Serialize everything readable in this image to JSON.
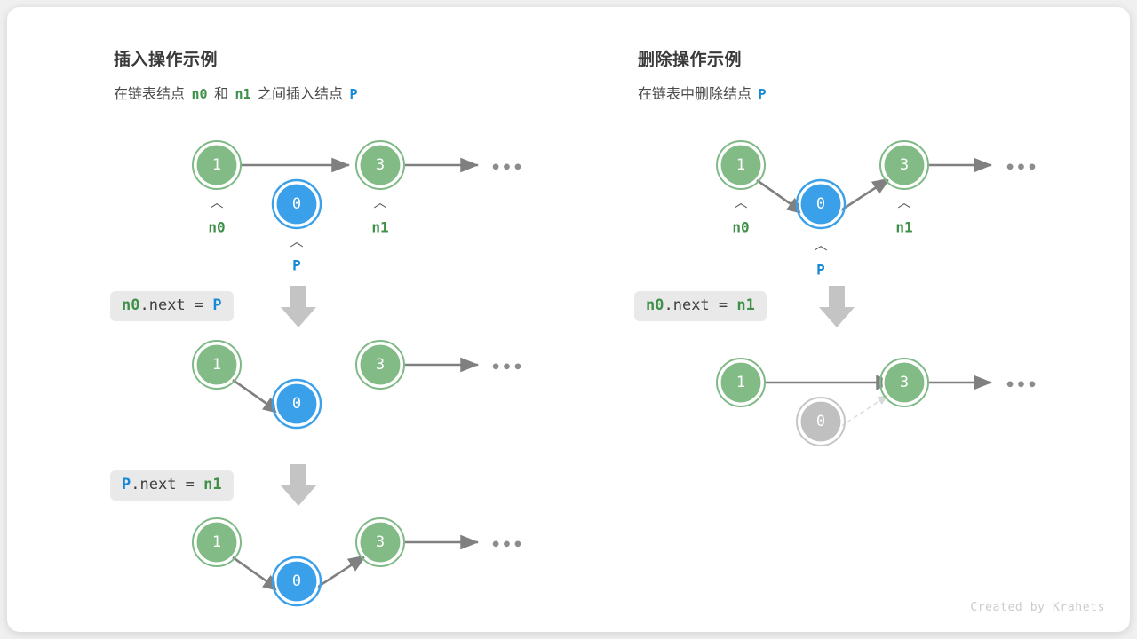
{
  "colors": {
    "node_green_fill": "#82bb85",
    "node_green_ring": "#7fb986",
    "node_blue_fill": "#3ba0ea",
    "node_blue_ring": "#3ba0ea",
    "node_gray_fill": "#c0c0c0",
    "node_gray_ring": "#c6c6c6",
    "arrow_gray": "#808080",
    "big_arrow_gray": "#c4c4c4",
    "code_bg": "#e9e9e9",
    "token_green": "#3f9149",
    "token_blue": "#1789d4",
    "card_bg": "#ffffff",
    "page_bg": "#f0f0f0"
  },
  "insert_panel": {
    "title": "插入操作示例",
    "subtitle_parts": [
      {
        "text": "在链表结点 ",
        "style": "plain"
      },
      {
        "text": "n0",
        "style": "green"
      },
      {
        "text": " 和 ",
        "style": "plain"
      },
      {
        "text": "n1",
        "style": "green"
      },
      {
        "text": " 之间插入结点 ",
        "style": "plain"
      },
      {
        "text": "P",
        "style": "blue"
      }
    ],
    "subtitle_text": "在链表结点 n0 和 n1 之间插入结点 P",
    "steps": [
      {
        "id": "insert-step-1",
        "nodes": [
          {
            "name": "node-1",
            "value": "1",
            "color": "green",
            "pointer": "n0",
            "pointer_color": "green"
          },
          {
            "name": "node-0",
            "value": "0",
            "color": "blue",
            "pointer": "P",
            "pointer_color": "blue"
          },
          {
            "name": "node-3",
            "value": "3",
            "color": "green",
            "pointer": "n1",
            "pointer_color": "green"
          }
        ],
        "ellipsis": "•••"
      },
      {
        "id": "insert-step-2",
        "code_parts": [
          {
            "text": "n0",
            "style": "green"
          },
          {
            "text": ".next = ",
            "style": "plain"
          },
          {
            "text": "P",
            "style": "blue"
          }
        ],
        "code_text": "n0.next = P",
        "nodes": [
          {
            "name": "node-1",
            "value": "1",
            "color": "green"
          },
          {
            "name": "node-0",
            "value": "0",
            "color": "blue"
          },
          {
            "name": "node-3",
            "value": "3",
            "color": "green"
          }
        ],
        "ellipsis": "•••"
      },
      {
        "id": "insert-step-3",
        "code_parts": [
          {
            "text": "P",
            "style": "blue"
          },
          {
            "text": ".next = ",
            "style": "plain"
          },
          {
            "text": "n1",
            "style": "green"
          }
        ],
        "code_text": "P.next = n1",
        "nodes": [
          {
            "name": "node-1",
            "value": "1",
            "color": "green"
          },
          {
            "name": "node-0",
            "value": "0",
            "color": "blue"
          },
          {
            "name": "node-3",
            "value": "3",
            "color": "green"
          }
        ],
        "ellipsis": "•••"
      }
    ]
  },
  "delete_panel": {
    "title": "删除操作示例",
    "subtitle_parts": [
      {
        "text": "在链表中删除结点 ",
        "style": "plain"
      },
      {
        "text": "P",
        "style": "blue"
      }
    ],
    "subtitle_text": "在链表中删除结点 P",
    "steps": [
      {
        "id": "delete-step-1",
        "nodes": [
          {
            "name": "node-1",
            "value": "1",
            "color": "green",
            "pointer": "n0",
            "pointer_color": "green"
          },
          {
            "name": "node-0",
            "value": "0",
            "color": "blue",
            "pointer": "P",
            "pointer_color": "blue"
          },
          {
            "name": "node-3",
            "value": "3",
            "color": "green",
            "pointer": "n1",
            "pointer_color": "green"
          }
        ],
        "ellipsis": "•••"
      },
      {
        "id": "delete-step-2",
        "code_parts": [
          {
            "text": "n0",
            "style": "green"
          },
          {
            "text": ".next = ",
            "style": "plain"
          },
          {
            "text": "n1",
            "style": "green"
          }
        ],
        "code_text": "n0.next = n1",
        "nodes": [
          {
            "name": "node-1",
            "value": "1",
            "color": "green"
          },
          {
            "name": "node-0-deleted",
            "value": "0",
            "color": "gray"
          },
          {
            "name": "node-3",
            "value": "3",
            "color": "green"
          }
        ],
        "ellipsis": "•••"
      }
    ]
  },
  "caret_glyph": "︿",
  "watermark": "Created by Krahets"
}
